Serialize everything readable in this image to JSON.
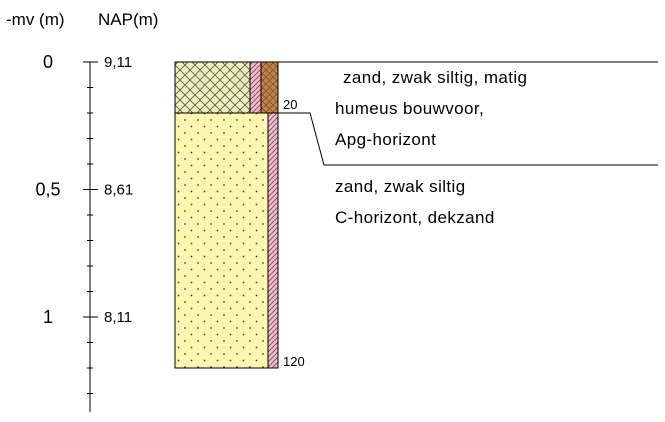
{
  "headers": {
    "depth": "-mv (m)",
    "nap": "NAP(m)"
  },
  "depth_axis": {
    "range": [
      0,
      1.4
    ],
    "labels": [
      {
        "depth": 0,
        "mv": "0",
        "nap": "9,11"
      },
      {
        "depth": 0.5,
        "mv": "0,5",
        "nap": "8,61"
      },
      {
        "depth": 1,
        "mv": "1",
        "nap": "8,11"
      }
    ],
    "minor_ticks": [
      0.1,
      0.2,
      0.3,
      0.4,
      0.6,
      0.7,
      0.8,
      0.9,
      1.1,
      1.2,
      1.3
    ]
  },
  "layers": [
    {
      "top": 0,
      "bottom": 0.2,
      "bottom_label": "20",
      "description": [
        "zand, zwak siltig, matig",
        "humeus bouwvoor,",
        "Apg-horizont"
      ],
      "pattern": "crosshatch",
      "color": "#eef2b8",
      "side_columns": [
        {
          "pattern": "diagonal-pink",
          "color": "#f3bccd"
        },
        {
          "pattern": "dotted-brown",
          "color": "#c0814a"
        }
      ]
    },
    {
      "top": 0.2,
      "bottom": 1.2,
      "bottom_label": "120",
      "description": [
        "zand, zwak siltig",
        "C-horizont, dekzand"
      ],
      "pattern": "dotted",
      "color": "#fbf7b0",
      "side_columns": [
        {
          "pattern": "diagonal-pink",
          "color": "#f3bccd"
        }
      ]
    }
  ]
}
